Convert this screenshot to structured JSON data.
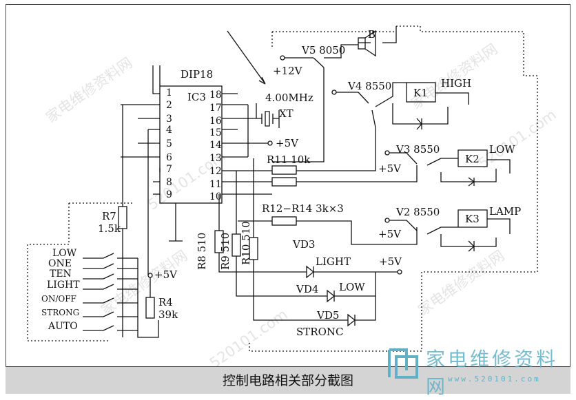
{
  "caption": "控制电路相关部分截图",
  "watermark": {
    "cn": "家电维修资料网",
    "url": "520101.com",
    "logo_text": "家电维修资料网",
    "logo_url": "www.520101.com",
    "color": "#62b0c6"
  },
  "ic": {
    "package": "DIP18",
    "name": "IC3",
    "pins_left": [
      "1",
      "2",
      "3",
      "4",
      "5",
      "6",
      "7",
      "8",
      "9"
    ],
    "pins_right": [
      "18",
      "17",
      "16",
      "15",
      "14",
      "13",
      "12",
      "11",
      "10"
    ]
  },
  "crystal": {
    "freq": "4.00MHz",
    "ref": "XT"
  },
  "supply": {
    "v12": "+12V",
    "v5": "+5V"
  },
  "transistors": {
    "v5": "V5 8050",
    "v4": "V4  8550",
    "v3": "V3  8550",
    "v2": "V2  8550"
  },
  "buzzer": "B",
  "relays": {
    "k1": "K1",
    "k1_label": "HIGH",
    "k2": "K2",
    "k2_label": "LOW",
    "k3": "K3",
    "k3_label": "LAMP"
  },
  "resistors": {
    "r11": "R11 10k",
    "r12_14": "R12−R14  3k×3",
    "r7": "R7",
    "r7_val": "1.5k",
    "r4": "R4",
    "r4_val": "39k",
    "r8": "R8 510",
    "r9": "R9 510",
    "r10": "R10 510"
  },
  "leds": {
    "vd3": "VD3",
    "vd3_label": "LIGHT",
    "vd4": "VD4",
    "vd4_label": "LOW",
    "vd5": "VD5",
    "vd5_label": "STRONC"
  },
  "switches": [
    "LOW",
    "ONE",
    "TEN",
    "LIGHT",
    "ON/OFF",
    "STRONG",
    "AUTO"
  ]
}
